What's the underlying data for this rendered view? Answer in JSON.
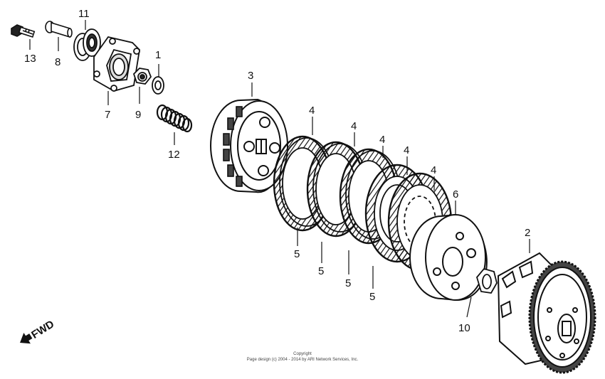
{
  "callouts": [
    "13",
    "8",
    "11",
    "7",
    "9",
    "1",
    "12",
    "3",
    "4",
    "4",
    "4",
    "4",
    "4",
    "5",
    "5",
    "5",
    "5",
    "6",
    "2",
    "10"
  ],
  "direction_label": "FWD",
  "copyright": {
    "line1": "Copyright",
    "line2": "Page design (c) 2004 - 2014 by ARI Network Services, Inc."
  }
}
